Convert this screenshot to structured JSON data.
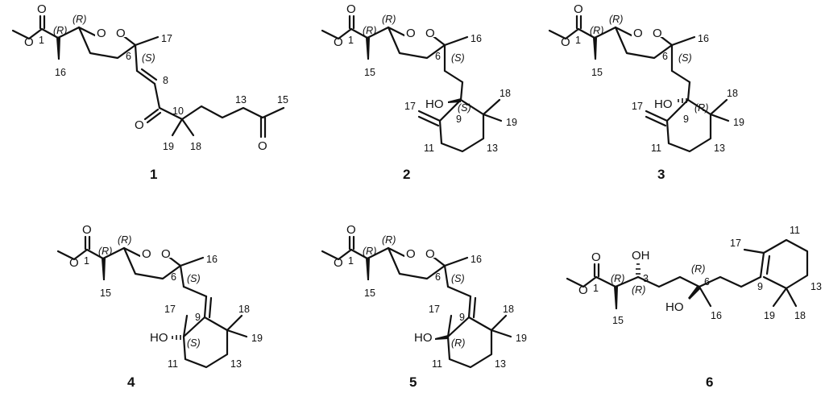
{
  "figure": {
    "compounds": [
      {
        "id": "1",
        "label": "1"
      },
      {
        "id": "2",
        "label": "2"
      },
      {
        "id": "3",
        "label": "3"
      },
      {
        "id": "4",
        "label": "4"
      },
      {
        "id": "5",
        "label": "5"
      },
      {
        "id": "6",
        "label": "6"
      }
    ],
    "atoms": {
      "O": "O",
      "HO": "HO",
      "OH": "OH"
    },
    "stereo": {
      "R": "(R)",
      "S": "(S)"
    },
    "numbers": {
      "n1": "1",
      "n3": "3",
      "n6": "6",
      "n8": "8",
      "n9": "9",
      "n10": "10",
      "n11": "11",
      "n13": "13",
      "n15": "15",
      "n16": "16",
      "n17": "17",
      "n18": "18",
      "n19": "19"
    }
  }
}
